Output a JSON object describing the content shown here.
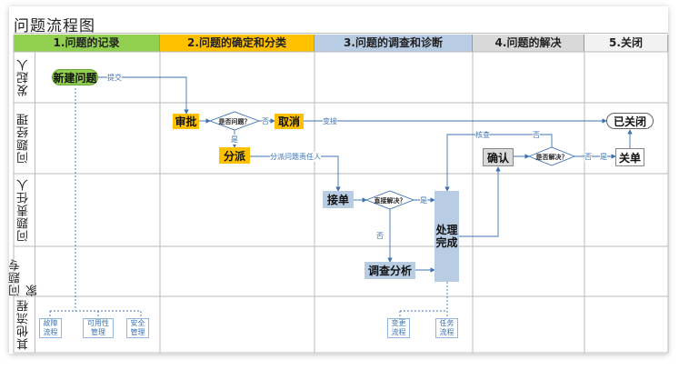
{
  "title": "问题流程图",
  "phases": [
    "1.问题的记录",
    "2.问题的确定和分类",
    "3.问题的调查和诊断",
    "4.问题的解决",
    "5.关闭"
  ],
  "lanes": [
    "发起人",
    "问题经理",
    "问题责任人",
    "问题专家",
    "其他流程"
  ],
  "nodes": {
    "new_issue": "新建问题",
    "approve": "审批",
    "cancel": "取消",
    "dispatch": "分派",
    "accept": "接单",
    "investigate": "调查分析",
    "handle": "处理\n完成",
    "confirm": "确认",
    "close_ticket": "关单",
    "closed": "已关闭"
  },
  "decisions": {
    "is_issue": "是否问题？",
    "direct_solve": "直接解决？",
    "solved": "是否解决？"
  },
  "edge_labels": {
    "submit": "提交",
    "no1": "否",
    "yes1": "是",
    "change": "变接",
    "assign": "分派问题责任人",
    "yes2": "是",
    "no2": "否",
    "no3": "否",
    "yes3": "是",
    "review": "核查",
    "no_label": "否"
  },
  "other_processes": [
    "故障\n流程",
    "可用性\n管理",
    "安全\n管理",
    "变更\n流程",
    "任务\n流程"
  ],
  "colors": {
    "phase1": "#92d050",
    "phase2": "#ffc000",
    "phase3": "#b8cce4",
    "phase4": "#d9d9d9",
    "phase5": "#f2f2f2",
    "node_blue": "#b8cce4",
    "node_orange": "#ffc000",
    "node_green": "#92d050",
    "line": "#3c73b4"
  }
}
